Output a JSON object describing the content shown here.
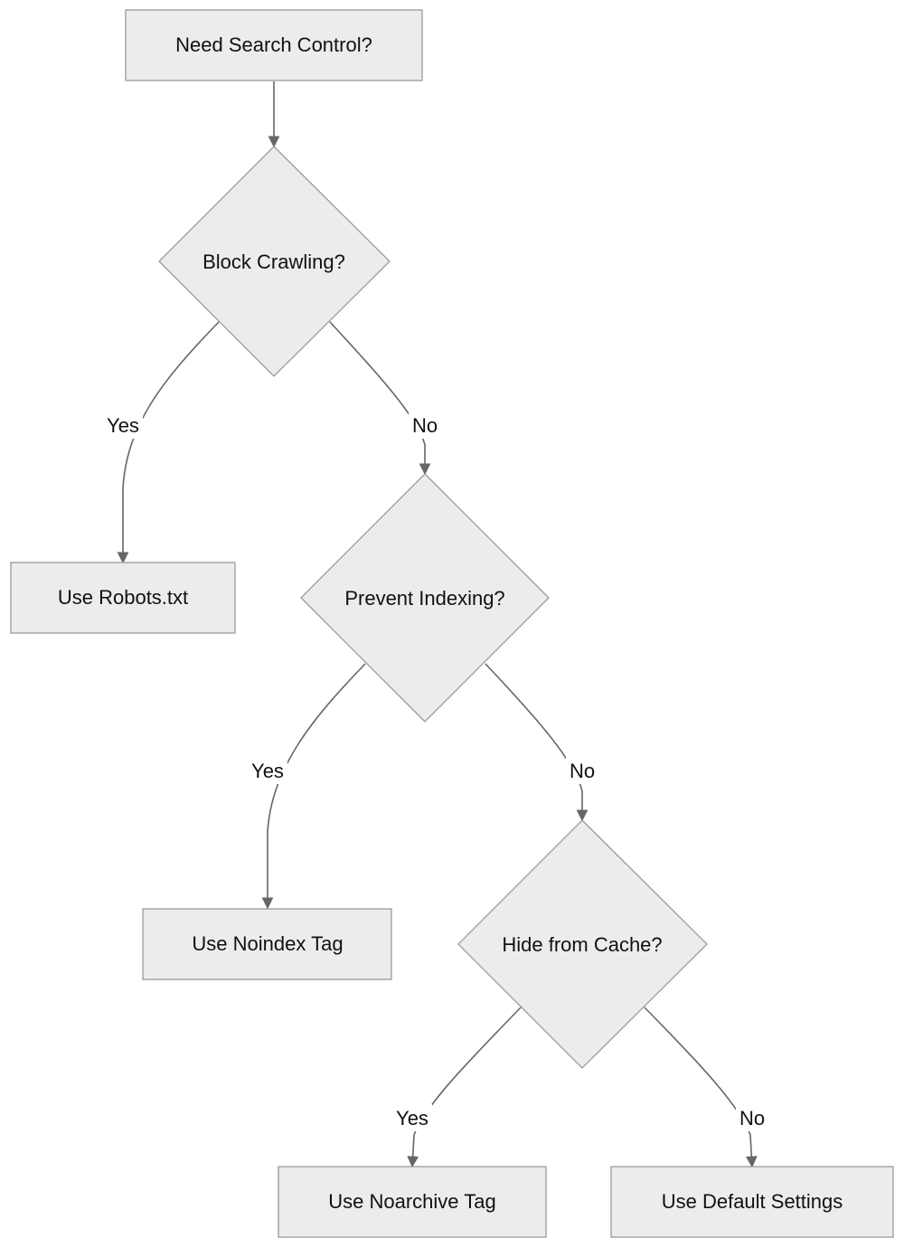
{
  "nodes": {
    "start": "Need Search Control?",
    "crawl": "Block Crawling?",
    "robots": "Use Robots.txt",
    "index": "Prevent Indexing?",
    "noindex": "Use Noindex Tag",
    "cache": "Hide from Cache?",
    "noarchive": "Use Noarchive Tag",
    "default": "Use Default Settings"
  },
  "edges": {
    "crawl_yes": "Yes",
    "crawl_no": "No",
    "index_yes": "Yes",
    "index_no": "No",
    "cache_yes": "Yes",
    "cache_no": "No"
  },
  "colors": {
    "node_fill": "#ececec",
    "node_stroke": "#9a9a9a",
    "edge": "#666666"
  }
}
